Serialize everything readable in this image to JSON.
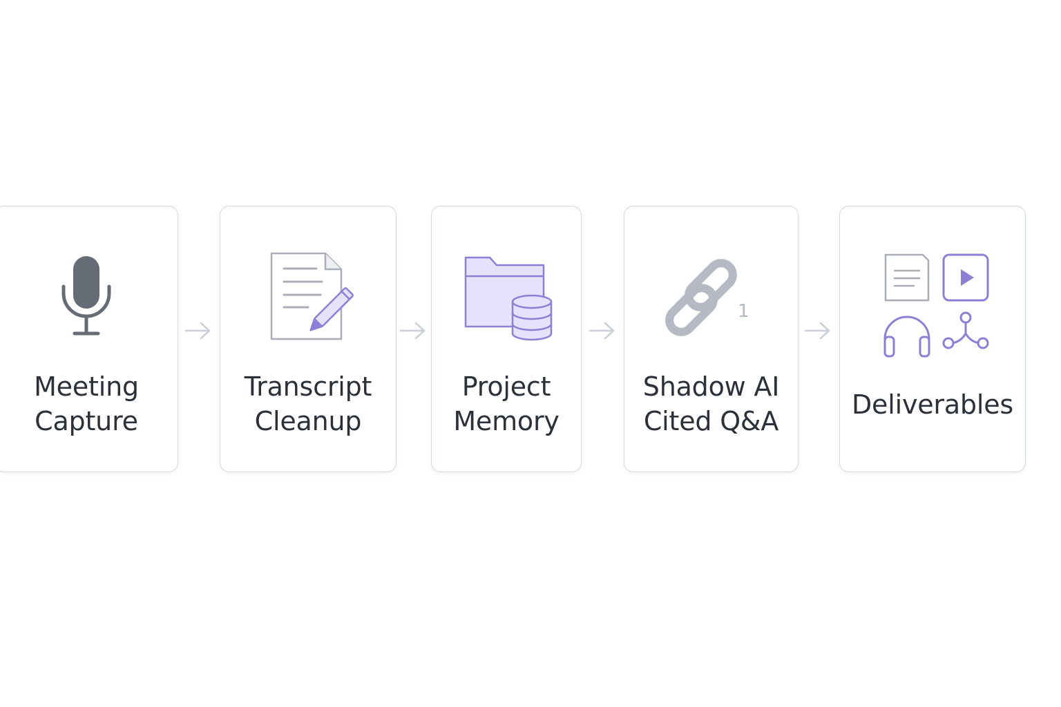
{
  "steps": [
    {
      "lines": [
        "Meeting",
        "Capture"
      ],
      "icon": "microphone-icon"
    },
    {
      "lines": [
        "Transcript",
        "Cleanup"
      ],
      "icon": "document-edit-icon"
    },
    {
      "lines": [
        "Project",
        "Memory"
      ],
      "icon": "folder-database-icon"
    },
    {
      "lines": [
        "Shadow AI",
        "Cited Q&A"
      ],
      "icon": "link-citation-icon",
      "icon_text": "1"
    },
    {
      "lines": [
        "Deliverables"
      ],
      "icon": "deliverables-grid-icon"
    }
  ],
  "connector_icon": "arrow-right-icon",
  "colors": {
    "card_border": "#d3d7e0",
    "text": "#2b3039",
    "gray_icon": "#666c75",
    "light_gray_icon": "#a8adb8",
    "purple_stroke": "#8c7fd6",
    "purple_fill": "#e6e2fb",
    "arrow": "#c9cdd6"
  }
}
